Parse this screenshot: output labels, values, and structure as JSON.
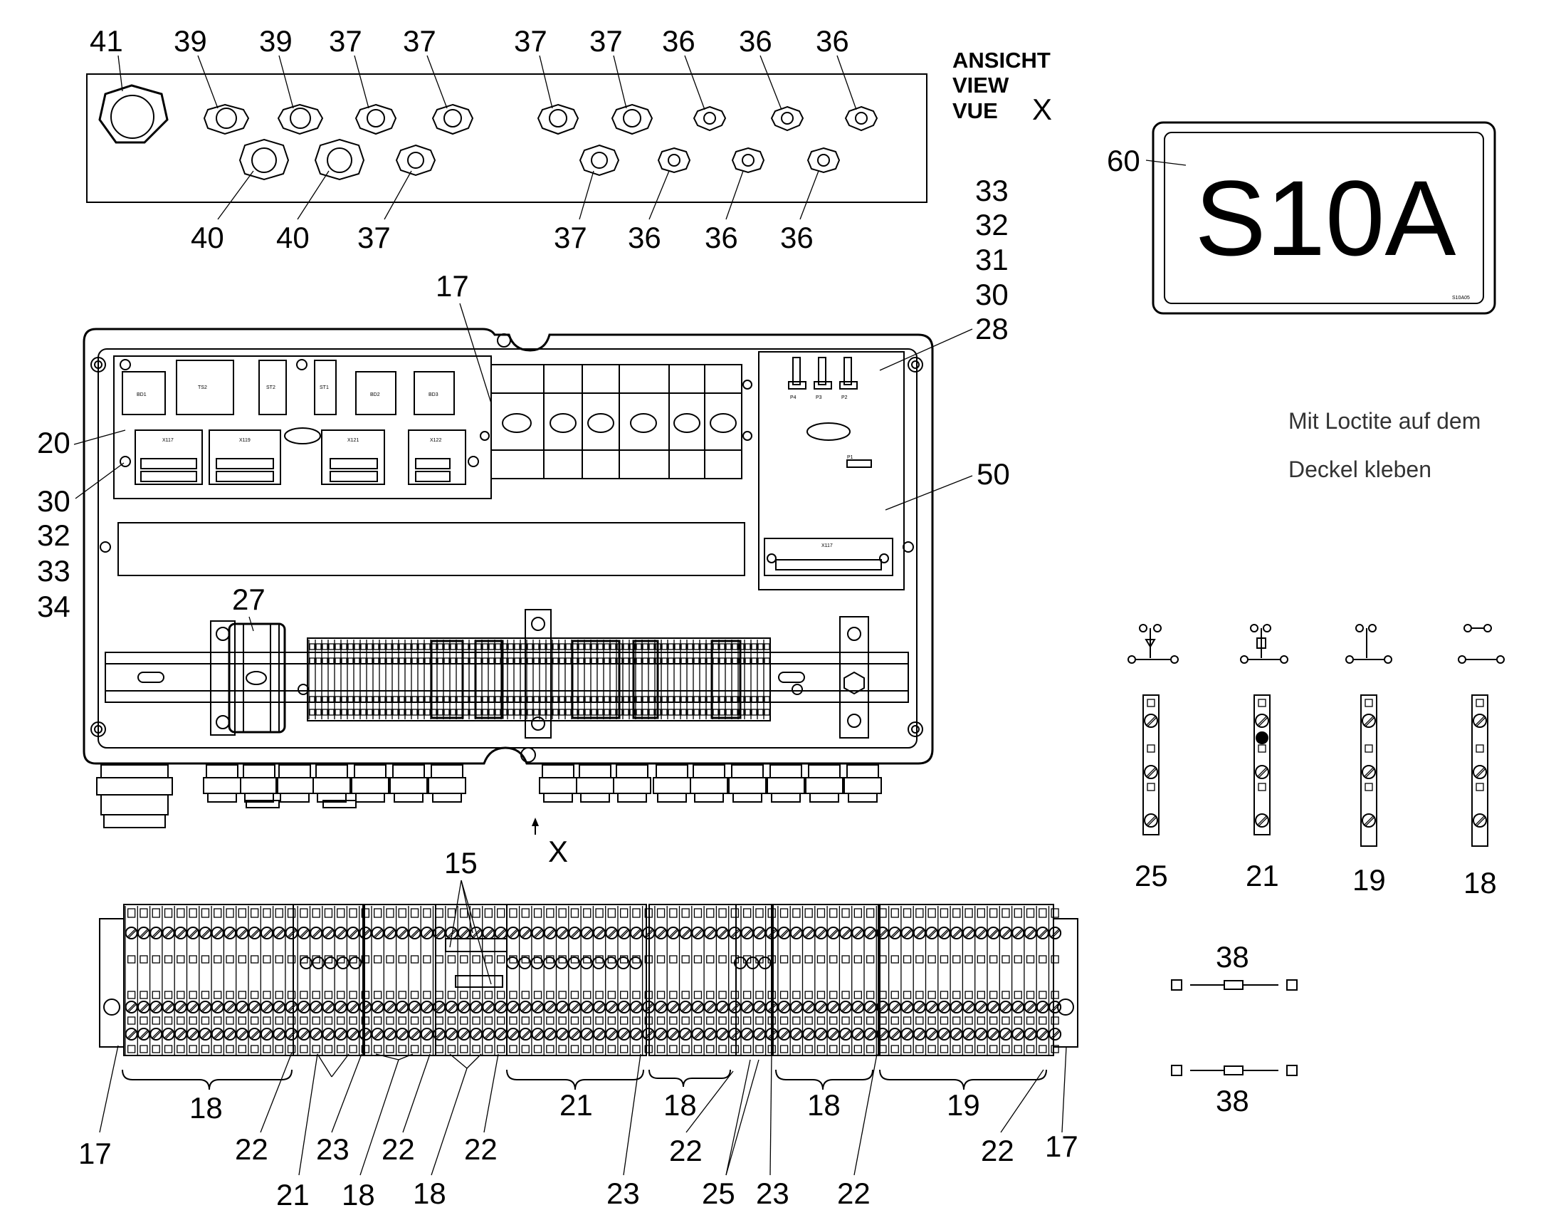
{
  "view_caption": {
    "line1": "ANSICHT",
    "line2": "VIEW",
    "line3": "VUE",
    "mark": "X"
  },
  "view_arrow_label": "X",
  "sign": {
    "text": "S10A",
    "callout": "60"
  },
  "note": {
    "line1": "Mit Loctite auf dem",
    "line2": "Deckel kleben"
  },
  "top_callouts": [
    "41",
    "39",
    "39",
    "37",
    "37",
    "37",
    "37",
    "36",
    "36",
    "36"
  ],
  "bottom_gland_callouts": [
    "40",
    "40",
    "37",
    "37",
    "36",
    "36",
    "36"
  ],
  "right_stack_callouts": [
    "33",
    "32",
    "31",
    "30",
    "28"
  ],
  "left_stack_callouts": [
    "30",
    "32",
    "33",
    "34"
  ],
  "enclosure_callouts": {
    "relay_bank": "17",
    "pcb_frame": "20",
    "terminal_module": "50",
    "din_clamp": "27"
  },
  "legend_callouts": [
    "25",
    "21",
    "19",
    "18"
  ],
  "resistor_callouts": [
    "38",
    "38"
  ],
  "strip_top_callout": "15",
  "strip_group_labels": [
    "18",
    "21",
    "18",
    "19"
  ],
  "strip_bottom_callouts": [
    "17",
    "22",
    "21",
    "23",
    "18",
    "22",
    "18",
    "22",
    "23",
    "22",
    "25",
    "23",
    "22",
    "22",
    "17"
  ],
  "enclosure_module_labels": [
    "BD1",
    "TS2",
    "ST2",
    "ST1",
    "BD2",
    "BD3",
    "X117",
    "X119",
    "X121",
    "X122",
    "X117"
  ],
  "module_pot_labels": [
    "P4",
    "P3",
    "P2"
  ],
  "module_small_label": "P1",
  "sign_code": "S10A05"
}
